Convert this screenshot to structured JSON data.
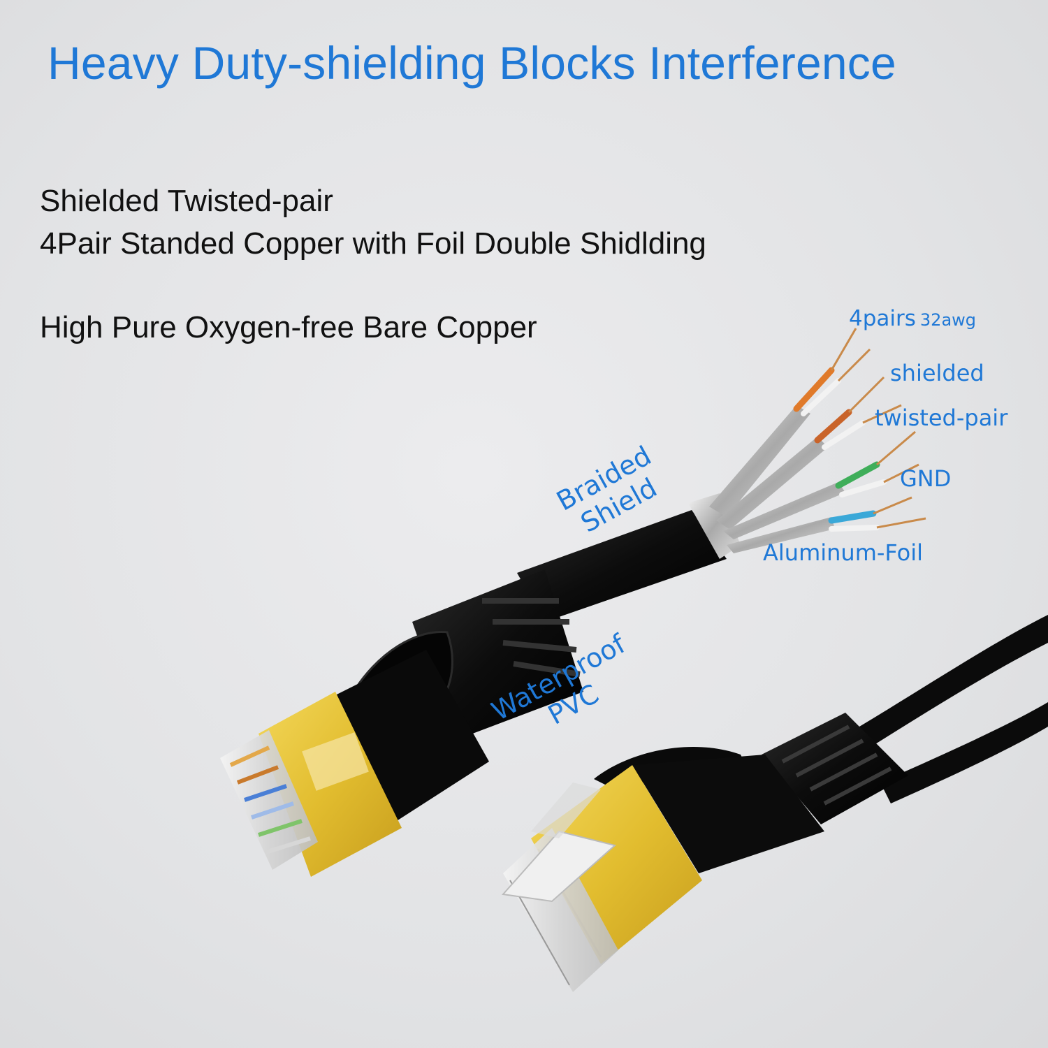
{
  "headline": "Heavy Duty-shielding Blocks Interference",
  "specs": [
    "Shielded Twisted-pair",
    "4Pair Standed Copper with Foil Double Shidlding",
    "High Pure Oxygen-free Bare Copper"
  ],
  "callouts": {
    "four_pairs": "4pairs",
    "awg": "32awg",
    "shielded": "shielded",
    "twisted_pair": "twisted-pair",
    "gnd": "GND",
    "aluminum_foil": "Aluminum-Foil",
    "braided_line1": "Braided",
    "braided_line2": "Shield",
    "waterproof_line1": "Waterproof",
    "waterproof_line2": "PVC"
  },
  "colors": {
    "accent": "#1f78d6",
    "text": "#111111",
    "background": "#e4e5e7",
    "cable": "#0c0c0c",
    "plug_shield": "#e8c43a"
  },
  "icons": [
    "ethernet-plug-icon",
    "flat-cable-icon",
    "wire-bundle-icon"
  ]
}
